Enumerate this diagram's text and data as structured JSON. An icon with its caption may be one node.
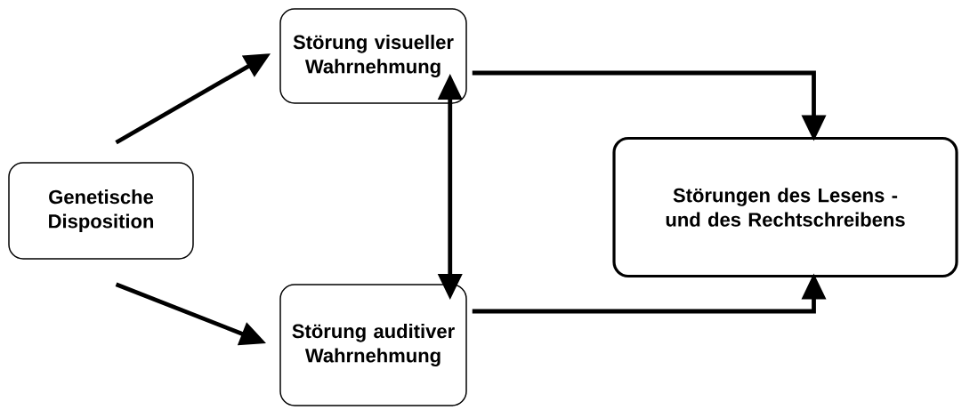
{
  "diagram": {
    "nodes": [
      {
        "text": [
          "Genetische Disposition"
        ]
      },
      {
        "text": [
          "Störung visueller Wahrnehmung"
        ]
      },
      {
        "text": [
          "Störung auditiver Wahrnehmung"
        ]
      },
      {
        "text": [
          "Störungen des Lesens - und des Rechtschreibens"
        ]
      }
    ],
    "edges": [
      {
        "from": 0,
        "to": 1,
        "arrow": "to"
      },
      {
        "from": 0,
        "to": 2,
        "arrow": "to"
      },
      {
        "from": 1,
        "to": 2,
        "arrow": "both"
      },
      {
        "from": 1,
        "to": 3,
        "arrow": "to"
      },
      {
        "from": 2,
        "to": 3,
        "arrow": "to"
      }
    ]
  }
}
